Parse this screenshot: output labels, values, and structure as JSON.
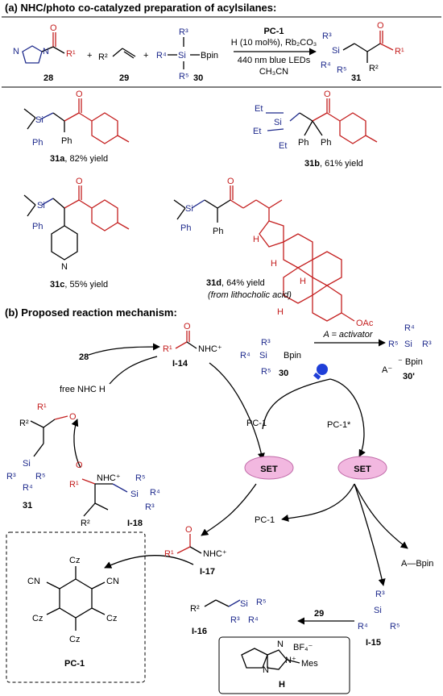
{
  "colors": {
    "red": "#c41e1e",
    "blue": "#1e2a8c",
    "set_fill": "#f2b8e0",
    "set_stroke": "#c06aa8",
    "bulb": "#1f3fd8"
  },
  "section_a": {
    "title": "(a) NHC/photo co-catalyzed preparation of acylsilanes:",
    "n28": "28",
    "n29": "29",
    "n30": "30",
    "n31": "31",
    "plus": "+",
    "cond_catalyst": "PC-1",
    "cond_nhc": "H (10 mol%), Rb₂CO₃",
    "cond_light": "440 nm blue LEDs",
    "cond_solvent": "CH₃CN",
    "r1": "R¹",
    "r2": "R²",
    "r3": "R³",
    "r4": "R⁴",
    "r5": "R⁵",
    "si": "Si",
    "bpin": "Bpin",
    "o": "O",
    "n": "N"
  },
  "examples": [
    {
      "id": "31a",
      "text": ", 82% yield"
    },
    {
      "id": "31b",
      "text": ", 61% yield"
    },
    {
      "id": "31c",
      "text": ", 55% yield"
    },
    {
      "id": "31d",
      "text": ", 64% yield",
      "note": "(from lithocholic acid)"
    }
  ],
  "ex_atoms": {
    "si": "Si",
    "ph": "Ph",
    "et": "Et",
    "o": "O",
    "n": "N",
    "h": "H",
    "oac": "OAc"
  },
  "section_b": {
    "title": "(b) Proposed reaction mechanism:",
    "n28": "28",
    "free_nhc": "free NHC H",
    "i14": "I-14",
    "i15": "I-15",
    "i16": "I-16",
    "i17": "I-17",
    "i18": "I-18",
    "n29": "29",
    "n30": "30",
    "n30p": "30'",
    "n31": "31",
    "activator": "A = activator",
    "pc1": "PC-1",
    "pc1_star": "PC-1*",
    "pc1_rad": "PC-1",
    "set": "SET",
    "a_bpin": "A—Bpin",
    "nhc_plus": "NHC⁺",
    "a_minus": "A⁻",
    "bpin_minus": "⁻ Bpin"
  },
  "pc1_box": {
    "label": "PC-1",
    "cz": "Cz",
    "cn": "CN"
  },
  "h_box": {
    "label": "H",
    "bf4": "BF₄⁻",
    "mes": "Mes",
    "n": "N",
    "nplus": "N⁺"
  }
}
